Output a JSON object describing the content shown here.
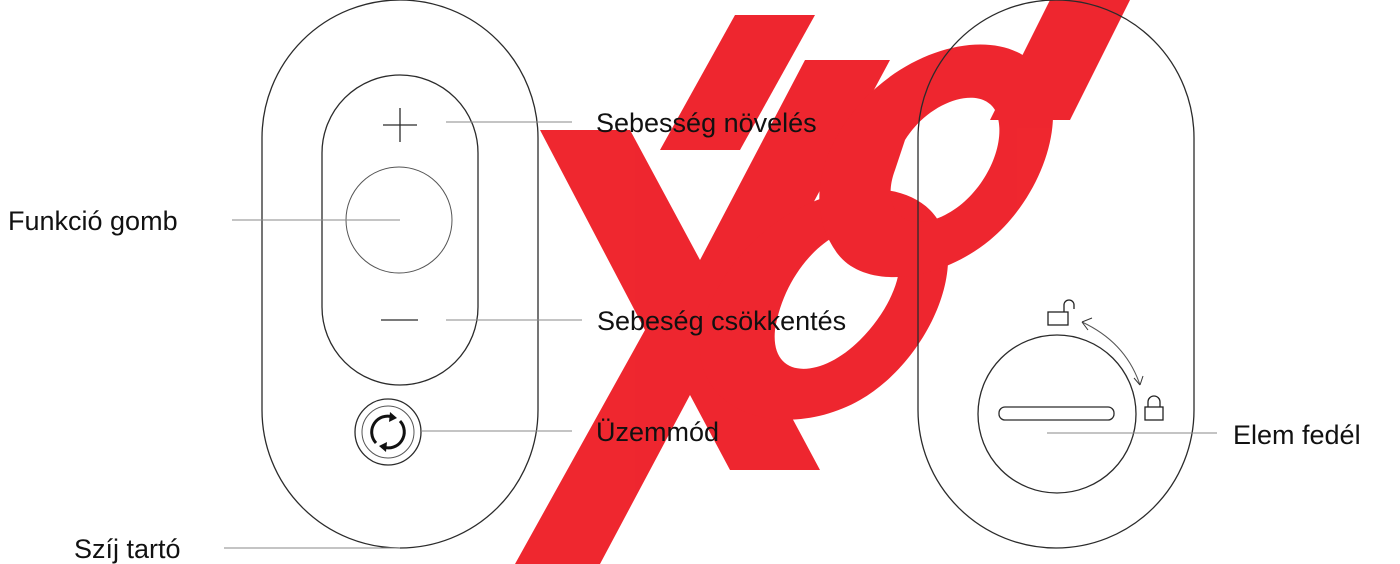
{
  "labels": {
    "speed_up": "Sebesség növelés",
    "function_button": "Funkció gomb",
    "speed_down": "Sebeség csökkentés",
    "mode": "Üzemmód",
    "strap_holder": "Szíj tartó",
    "battery_cover": "Elem fedél"
  },
  "watermark": {
    "text": "xiaoi",
    "color": "#ee1b24"
  },
  "colors": {
    "outline": "#2b2b2b",
    "leader": "#8a8a8a",
    "text": "#111111"
  },
  "icons": {
    "plus": "plus-icon",
    "minus": "minus-icon",
    "mode": "cycle-arrows-icon",
    "unlocked": "unlocked-padlock-icon",
    "locked": "locked-padlock-icon"
  }
}
